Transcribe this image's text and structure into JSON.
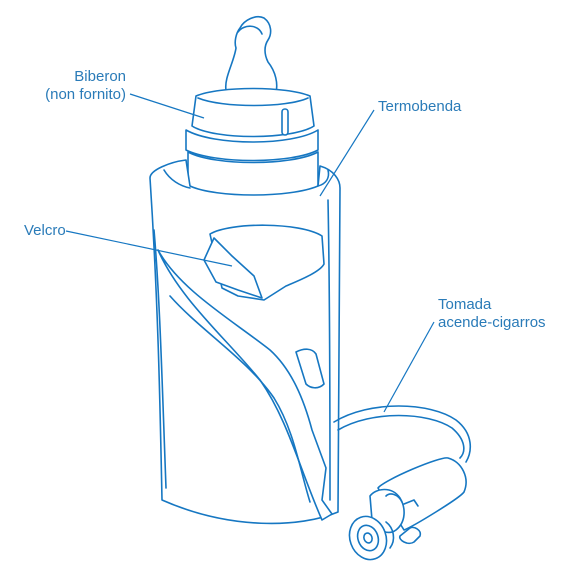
{
  "labels": {
    "biberon_line1": "Biberon",
    "biberon_line2": "(non fornito)",
    "termobenda": "Termobenda",
    "velcro": "Velcro",
    "tomada_line1": "Tomada",
    "tomada_line2": "acende-cigarros"
  },
  "colors": {
    "line": "#1677c2",
    "text": "#2a7bb8",
    "background": "#ffffff"
  }
}
